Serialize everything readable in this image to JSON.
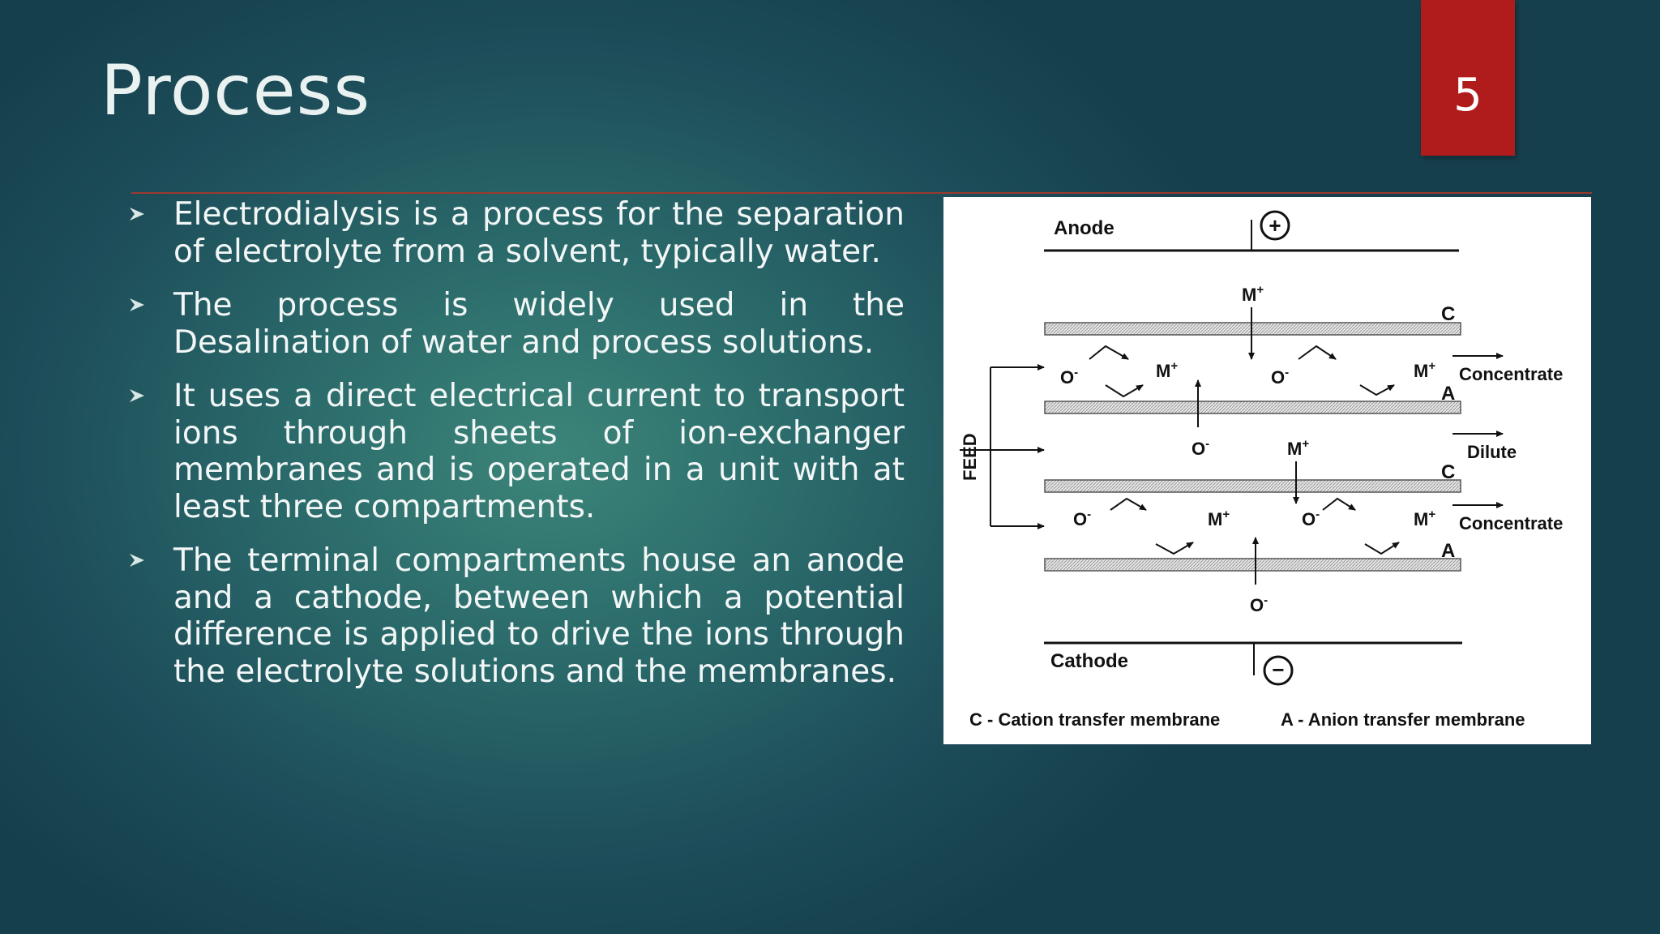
{
  "slide": {
    "title": "Process",
    "number": "5",
    "bullets": [
      "Electrodialysis is a process for the separation of electrolyte from a solvent, typically water.",
      "The process is widely used in the Desalination of water and process solutions.",
      "It uses a direct electrical current to transport ions through sheets of ion-exchanger membranes and is operated in a unit with at least three compartments.",
      "The terminal compartments house an anode and a cathode, between which a potential difference is applied to drive the ions through the electrolyte solutions and the membranes."
    ]
  },
  "diagram": {
    "anode_label": "Anode",
    "cathode_label": "Cathode",
    "plus_sign": "+",
    "minus_sign": "−",
    "feed_label": "FEED",
    "cation": "M",
    "anion": "O",
    "plus_sup": "+",
    "minus_sup": "-",
    "membrane_c": "C",
    "membrane_a": "A",
    "concentrate_label": "Concentrate",
    "dilute_label": "Dilute",
    "legend_c": "C - Cation transfer membrane",
    "legend_a": "A - Anion transfer membrane"
  },
  "colors": {
    "badge": "#b01c1c",
    "rule": "#9a3a2e",
    "text": "#f2f6f6"
  }
}
